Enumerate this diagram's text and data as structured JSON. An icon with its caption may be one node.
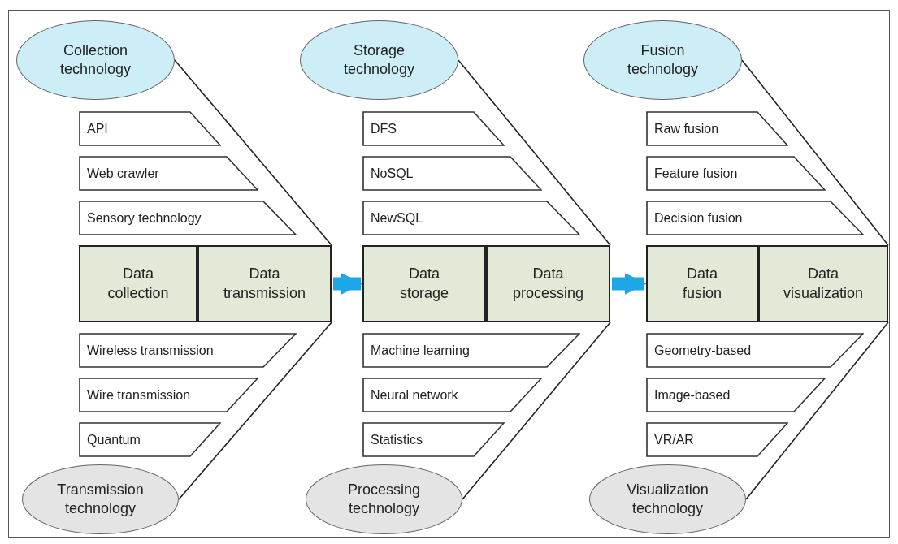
{
  "diagram": {
    "nodes": [
      {
        "text": [
          "Collection technology"
        ]
      },
      {
        "text": [
          "API"
        ]
      },
      {
        "text": [
          "Web crawler"
        ]
      },
      {
        "text": [
          "Sensory technology"
        ]
      },
      {
        "text": [
          "Data collection"
        ]
      },
      {
        "text": [
          "Data transmission"
        ]
      },
      {
        "text": [
          "Wireless transmission"
        ]
      },
      {
        "text": [
          "Wire transmission"
        ]
      },
      {
        "text": [
          "Quantum"
        ]
      },
      {
        "text": [
          "Transmission technology"
        ]
      },
      {
        "text": [
          "Storage technology"
        ]
      },
      {
        "text": [
          "DFS"
        ]
      },
      {
        "text": [
          "NoSQL"
        ]
      },
      {
        "text": [
          "NewSQL"
        ]
      },
      {
        "text": [
          "Data storage"
        ]
      },
      {
        "text": [
          "Data processing"
        ]
      },
      {
        "text": [
          "Machine learning"
        ]
      },
      {
        "text": [
          "Neural network"
        ]
      },
      {
        "text": [
          "Statistics"
        ]
      },
      {
        "text": [
          "Processing technology"
        ]
      },
      {
        "text": [
          "Fusion technology"
        ]
      },
      {
        "text": [
          "Raw fusion"
        ]
      },
      {
        "text": [
          "Feature fusion"
        ]
      },
      {
        "text": [
          "Decision fusion"
        ]
      },
      {
        "text": [
          "Data fusion"
        ]
      },
      {
        "text": [
          "Data visualization"
        ]
      },
      {
        "text": [
          "Geometry-based"
        ]
      },
      {
        "text": [
          "Image-based"
        ]
      },
      {
        "text": [
          "VR/AR"
        ]
      },
      {
        "text": [
          "Visualization technology"
        ]
      }
    ],
    "edges": [
      {
        "from": 0,
        "to": 5,
        "arrow": "none"
      },
      {
        "from": 5,
        "to": 9,
        "arrow": "none"
      },
      {
        "from": 10,
        "to": 15,
        "arrow": "none"
      },
      {
        "from": 15,
        "to": 19,
        "arrow": "none"
      },
      {
        "from": 20,
        "to": 25,
        "arrow": "none"
      },
      {
        "from": 25,
        "to": 29,
        "arrow": "none"
      },
      {
        "from": 5,
        "to": 14,
        "arrow": "to",
        "style": "thick",
        "color": "#1ea7e8"
      },
      {
        "from": 15,
        "to": 24,
        "arrow": "to",
        "style": "thick",
        "color": "#1ea7e8"
      }
    ]
  }
}
